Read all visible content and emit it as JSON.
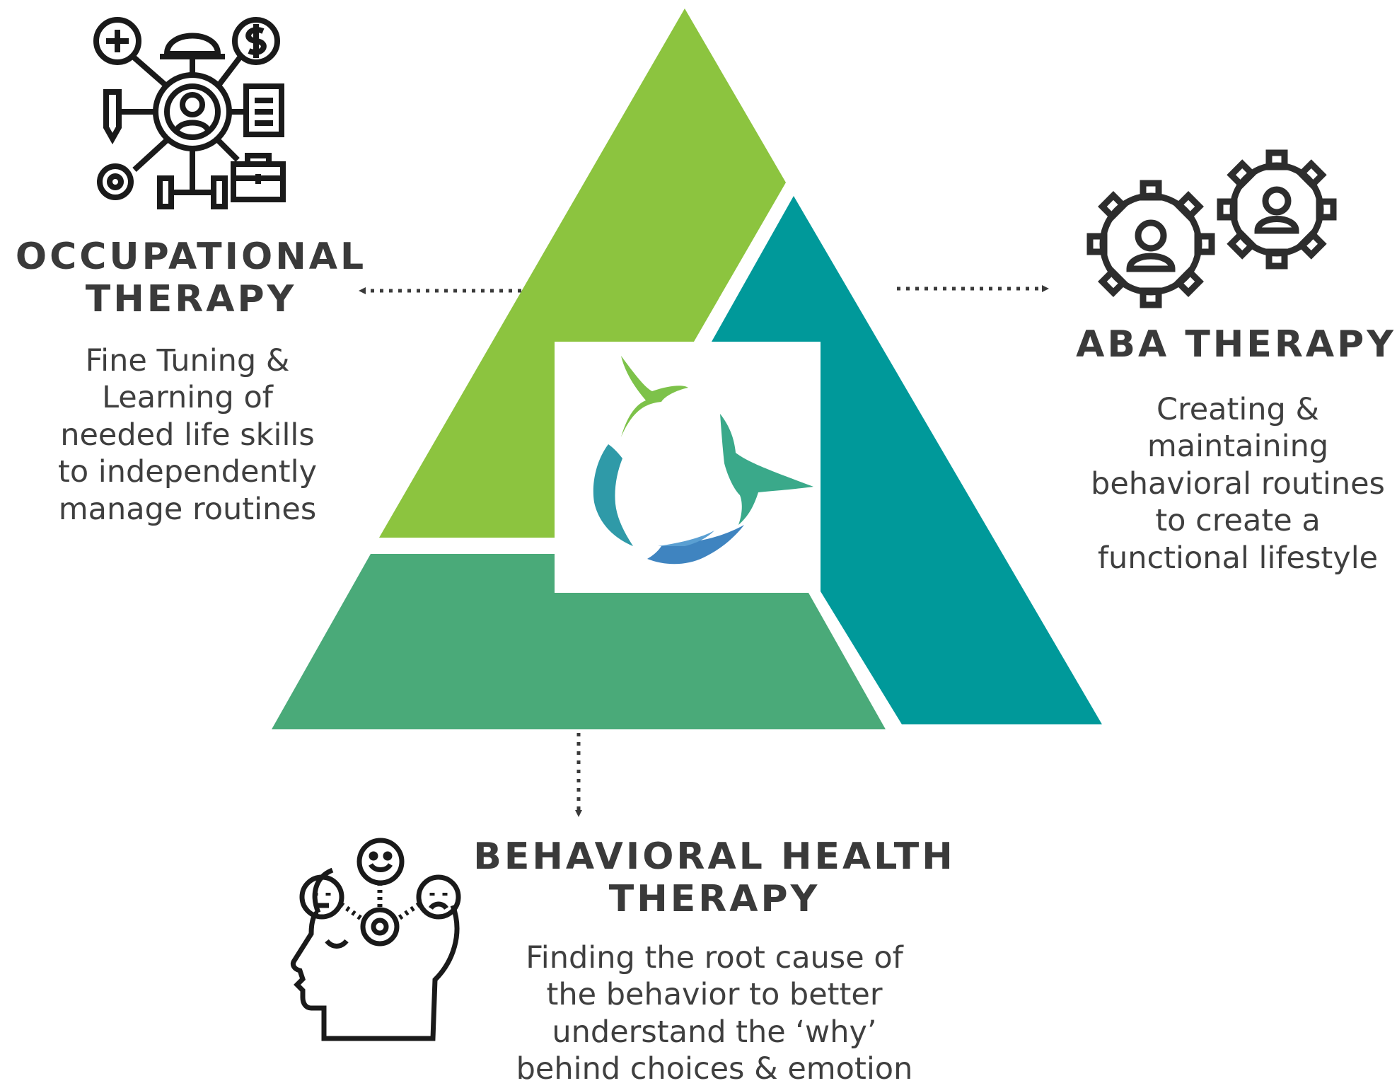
{
  "colors": {
    "light_green": "#8cc43f",
    "teal": "#00999a",
    "mid_green": "#4aaa79",
    "heading_text": "#3a3a3a",
    "body_text": "#3f3f3f",
    "logo_green": "#7dc24a",
    "logo_teal": "#3aa98a",
    "logo_blue": "#3f84c0"
  },
  "sections": {
    "occupational": {
      "title_lines": [
        "OCCUPATIONAL",
        "THERAPY"
      ],
      "description_lines": [
        "Fine Tuning &",
        "Learning of",
        "needed life skills",
        "to independently",
        "manage routines"
      ],
      "icon": "life-skills-network-icon"
    },
    "aba": {
      "title_lines": [
        "ABA THERAPY"
      ],
      "description_lines": [
        "Creating &",
        "maintaining",
        "behavioral routines",
        "to create a",
        "functional lifestyle"
      ],
      "icon": "people-gears-icon"
    },
    "behavioral": {
      "title_lines": [
        "BEHAVIORAL HEALTH",
        "THERAPY"
      ],
      "description_lines": [
        "Finding the root cause of",
        "the behavior to better",
        "understand the ‘why’",
        "behind choices & emotion"
      ],
      "icon": "head-emotions-gear-icon"
    }
  },
  "center_logo": {
    "icon": "birds-hands-circle-logo"
  }
}
